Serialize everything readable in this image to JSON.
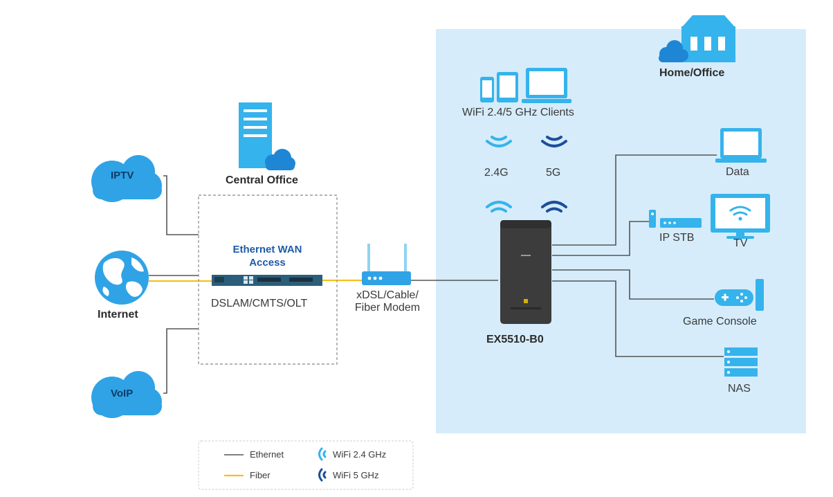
{
  "diagram": {
    "nodes": {
      "iptv": "IPTV",
      "internet": "Internet",
      "voip": "VoIP",
      "central_office": "Central Office",
      "ethernet_wan": "Ethernet WAN\nAccess",
      "dslam": "DSLAM/CMTS/OLT",
      "modem": "xDSL/Cable/\nFiber Modem",
      "router": "EX5510-B0",
      "home_office": "Home/Office",
      "wifi_clients": "WiFi 2.4/5 GHz Clients",
      "band_24": "2.4G",
      "band_5": "5G",
      "data": "Data",
      "ip_stb": "IP STB",
      "tv": "TV",
      "game_console": "Game Console",
      "nas": "NAS"
    },
    "legend": {
      "ethernet": "Ethernet",
      "fiber": "Fiber",
      "wifi24": "WiFi 2.4 GHz",
      "wifi5": "WiFi 5 GHz"
    },
    "colors": {
      "zone_bg": "#d6ecfa",
      "cloud": "#2fa3e6",
      "light_icon": "#35b3ec",
      "dark_wave": "#1b4e9b",
      "ethernet_line": "#555555",
      "fiber_line": "#f5c01a",
      "router_body": "#3c3c3c"
    }
  }
}
